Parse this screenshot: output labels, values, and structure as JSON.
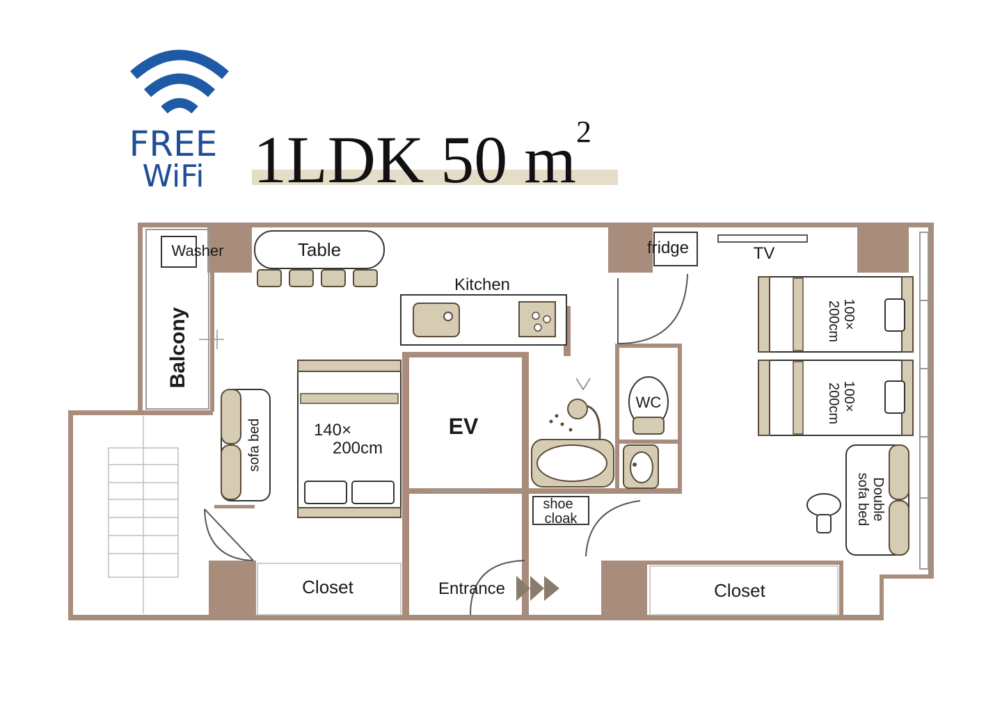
{
  "header": {
    "wifi_line1": "FREE",
    "wifi_line2": "WiFi",
    "title": "1LDK 50 m",
    "title_superscript": "2"
  },
  "labels": {
    "washer": "Washer",
    "table": "Table",
    "fridge": "fridge",
    "tv": "TV",
    "kitchen": "Kitchen",
    "balcony": "Balcony",
    "bed_main_line1": "140×",
    "bed_main_line2": "200cm",
    "ev": "EV",
    "wc": "WC",
    "sofa_bed": "sofa bed",
    "bed_single_line1": "100×",
    "bed_single_line2": "200cm",
    "double_sofa_line1": "Double",
    "double_sofa_line2": "sofa bed",
    "shoe_line1": "shoe",
    "shoe_line2": "cloak",
    "closet_left": "Closet",
    "closet_right": "Closet",
    "entrance": "Entrance"
  },
  "colors": {
    "wall": "#a88d7c",
    "furniture_fill": "#d6cbb3",
    "furniture_stroke": "#5a4a3a",
    "wifi_blue": "#1f5aa6",
    "title_underline": "#e4ddc8"
  }
}
